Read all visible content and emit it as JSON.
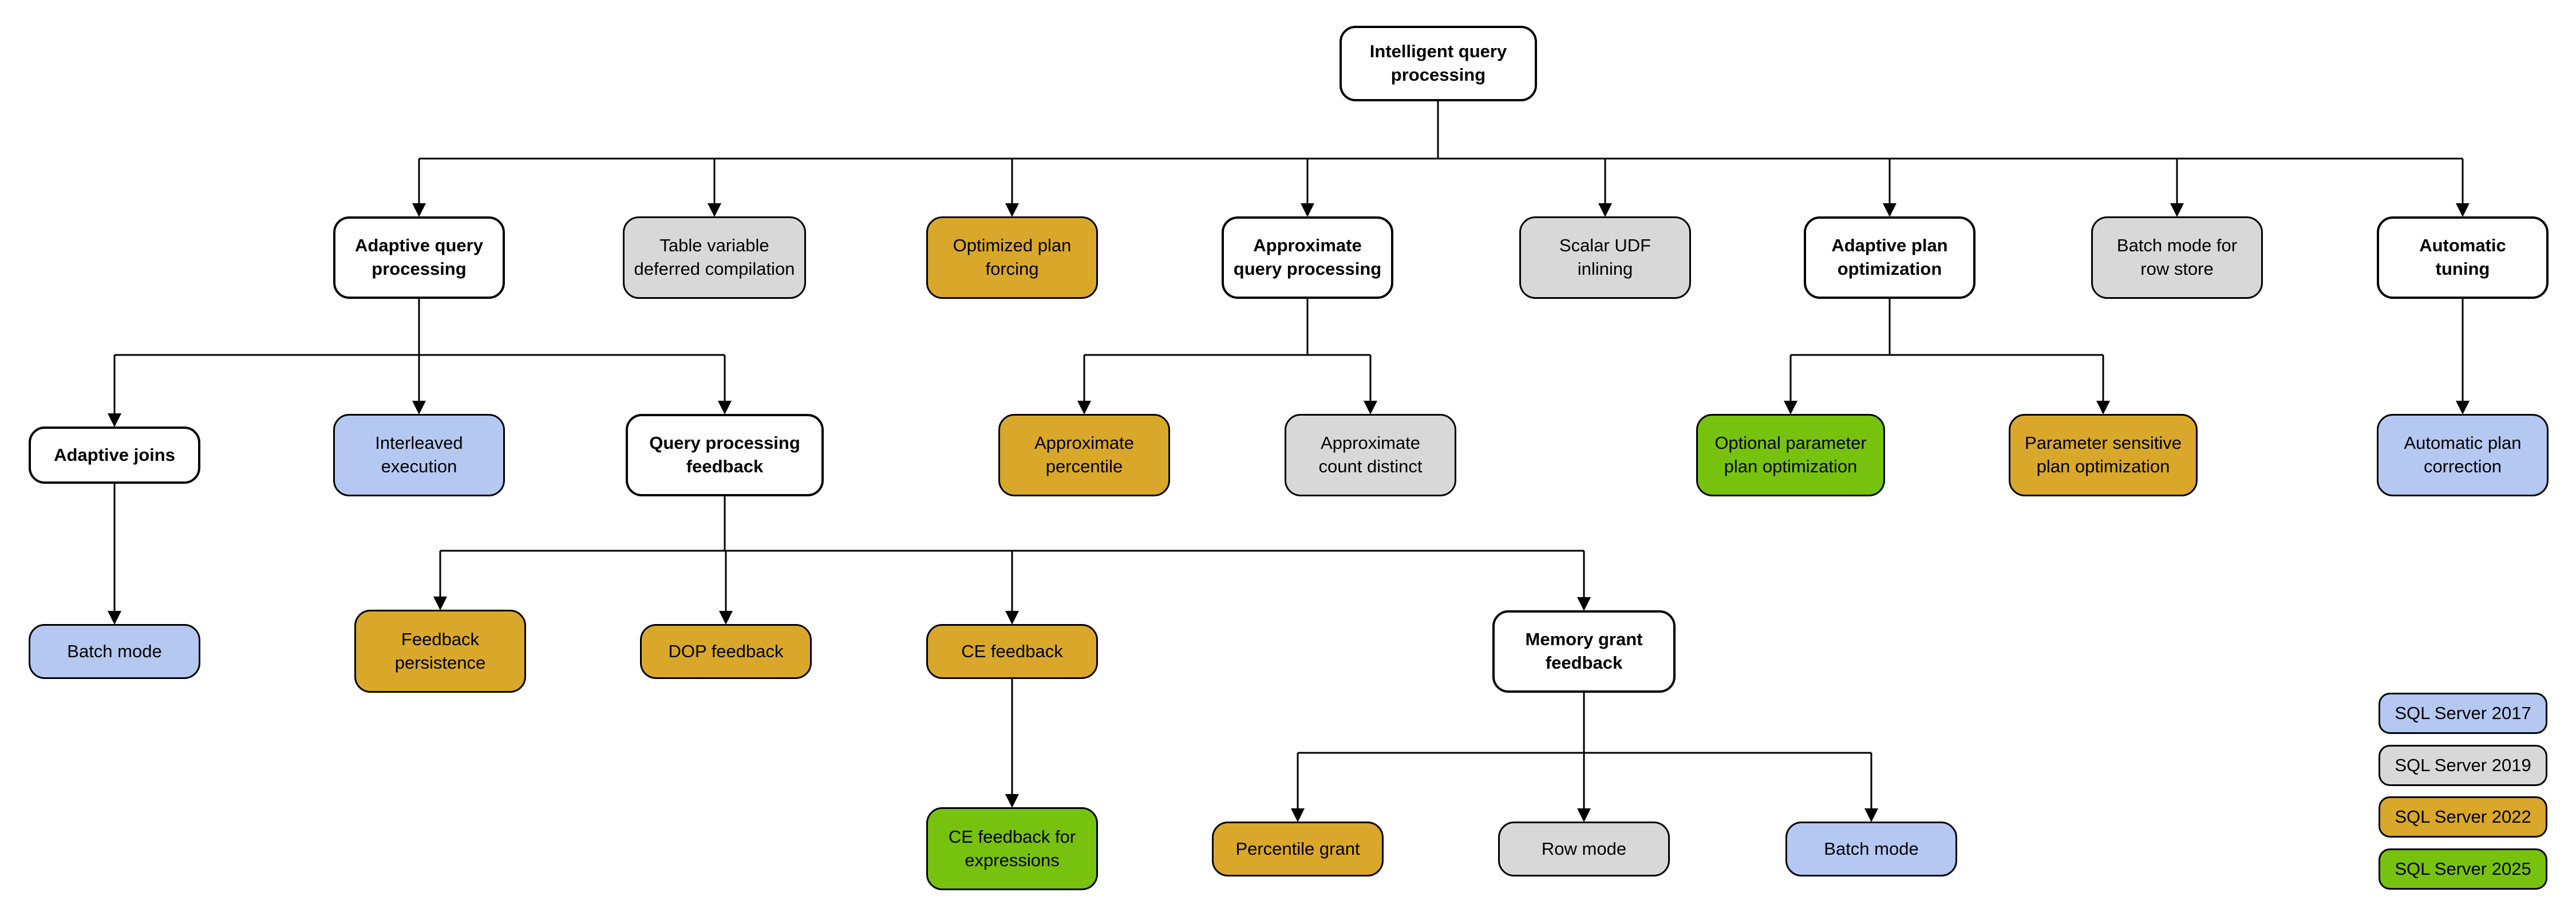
{
  "colors": {
    "category": "#ffffff",
    "v2017": "#b5c8f2",
    "v2019": "#d8d8d8",
    "v2022": "#d9a72a",
    "v2025": "#77c20f",
    "border": "#000000",
    "line": "#000000",
    "text": "#000000"
  },
  "nodes": [
    {
      "id": "intelligent-query-processing",
      "label": "Intelligent query\nprocessing",
      "variant": "category"
    },
    {
      "id": "adaptive-query-processing",
      "label": "Adaptive query\nprocessing",
      "variant": "category"
    },
    {
      "id": "table-variable-deferred-compilation",
      "label": "Table variable\ndeferred compilation",
      "variant": "v2019",
      "version": "SQL Server 2019"
    },
    {
      "id": "optimized-plan-forcing",
      "label": "Optimized plan\nforcing",
      "variant": "v2022",
      "version": "SQL Server 2022"
    },
    {
      "id": "approximate-query-processing",
      "label": "Approximate\nquery processing",
      "variant": "category"
    },
    {
      "id": "scalar-udf-inlining",
      "label": "Scalar UDF\ninlining",
      "variant": "v2019",
      "version": "SQL Server 2019"
    },
    {
      "id": "adaptive-plan-optimization",
      "label": "Adaptive plan\noptimization",
      "variant": "category"
    },
    {
      "id": "batch-mode-for-row-store",
      "label": "Batch mode for\nrow store",
      "variant": "v2019",
      "version": "SQL Server 2019"
    },
    {
      "id": "automatic-tuning",
      "label": "Automatic\ntuning",
      "variant": "category"
    },
    {
      "id": "adaptive-joins",
      "label": "Adaptive joins",
      "variant": "category"
    },
    {
      "id": "interleaved-execution",
      "label": "Interleaved\nexecution",
      "variant": "v2017",
      "version": "SQL Server 2017"
    },
    {
      "id": "query-processing-feedback",
      "label": "Query processing\nfeedback",
      "variant": "category"
    },
    {
      "id": "approximate-percentile",
      "label": "Approximate\npercentile",
      "variant": "v2022",
      "version": "SQL Server 2022"
    },
    {
      "id": "approximate-count-distinct",
      "label": "Approximate\ncount distinct",
      "variant": "v2019",
      "version": "SQL Server 2019"
    },
    {
      "id": "optional-parameter-plan-optimization",
      "label": "Optional parameter\nplan optimization",
      "variant": "v2025",
      "version": "SQL Server 2025"
    },
    {
      "id": "parameter-sensitive-plan-optimization",
      "label": "Parameter sensitive\nplan optimization",
      "variant": "v2022",
      "version": "SQL Server 2022"
    },
    {
      "id": "automatic-plan-correction",
      "label": "Automatic plan\ncorrection",
      "variant": "v2017",
      "version": "SQL Server 2017"
    },
    {
      "id": "batch-mode-adaptive-joins",
      "label": "Batch mode",
      "variant": "v2017",
      "version": "SQL Server 2017"
    },
    {
      "id": "feedback-persistence",
      "label": "Feedback\npersistence",
      "variant": "v2022",
      "version": "SQL Server 2022"
    },
    {
      "id": "dop-feedback",
      "label": "DOP feedback",
      "variant": "v2022",
      "version": "SQL Server 2022"
    },
    {
      "id": "ce-feedback",
      "label": "CE feedback",
      "variant": "v2022",
      "version": "SQL Server 2022"
    },
    {
      "id": "memory-grant-feedback",
      "label": "Memory grant\nfeedback",
      "variant": "category"
    },
    {
      "id": "ce-feedback-for-expressions",
      "label": "CE feedback for\nexpressions",
      "variant": "v2025",
      "version": "SQL Server 2025"
    },
    {
      "id": "percentile-grant",
      "label": "Percentile grant",
      "variant": "v2022",
      "version": "SQL Server 2022"
    },
    {
      "id": "row-mode",
      "label": "Row mode",
      "variant": "v2019",
      "version": "SQL Server 2019"
    },
    {
      "id": "batch-mode-memory-grant",
      "label": "Batch mode",
      "variant": "v2017",
      "version": "SQL Server 2017"
    }
  ],
  "legend": {
    "items": [
      {
        "label": "SQL Server 2017",
        "variant": "v2017"
      },
      {
        "label": "SQL Server 2019",
        "variant": "v2019"
      },
      {
        "label": "SQL Server 2022",
        "variant": "v2022"
      },
      {
        "label": "SQL Server 2025",
        "variant": "v2025"
      }
    ]
  }
}
